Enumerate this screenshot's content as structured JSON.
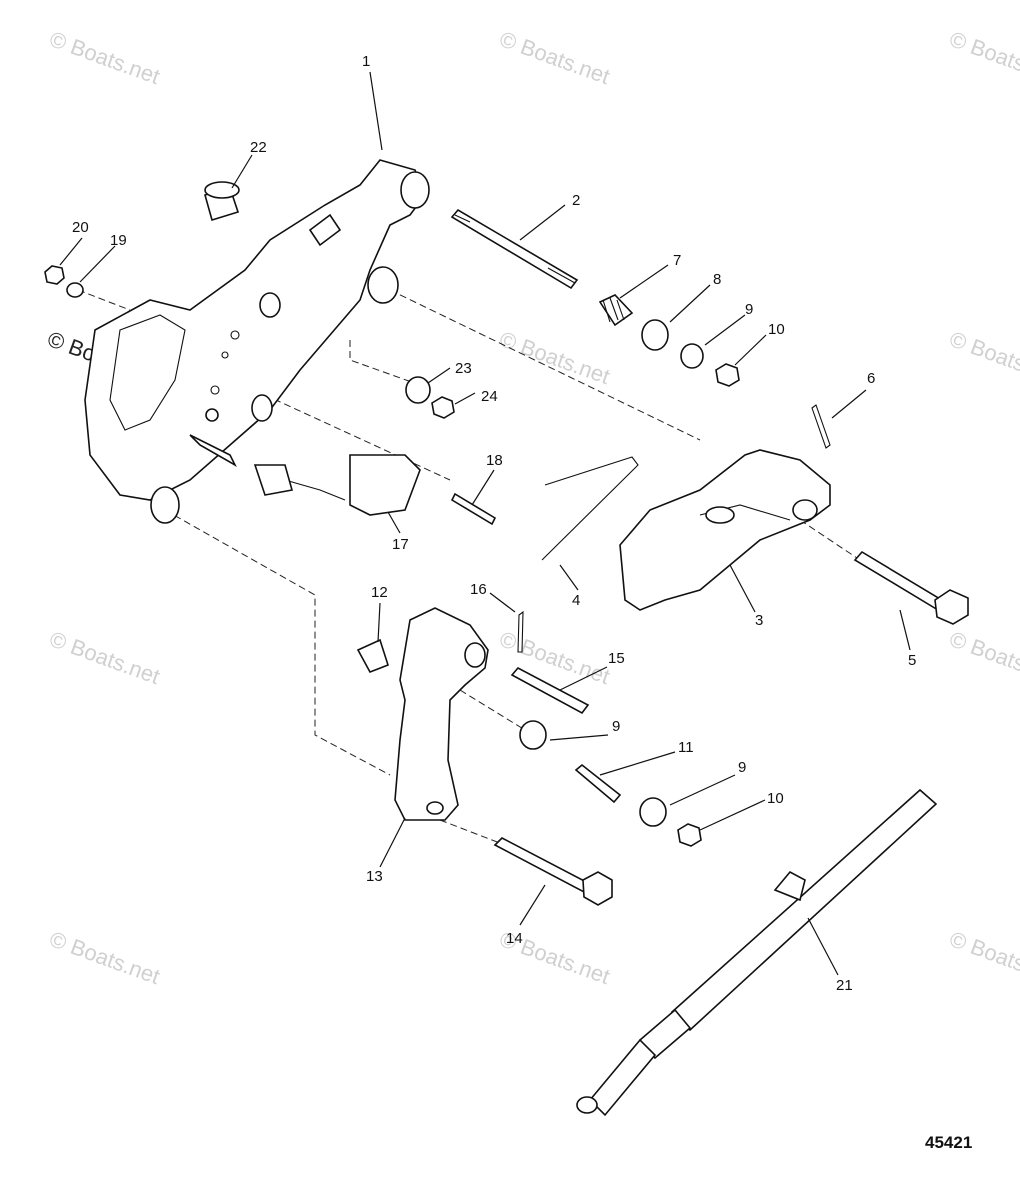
{
  "watermark": {
    "text": "© Boats.net",
    "prominent_text": "© Boats.net"
  },
  "figure_number": "45421",
  "callouts": [
    {
      "id": "c1",
      "label": "1"
    },
    {
      "id": "c2",
      "label": "2"
    },
    {
      "id": "c3",
      "label": "3"
    },
    {
      "id": "c4",
      "label": "4"
    },
    {
      "id": "c5",
      "label": "5"
    },
    {
      "id": "c6",
      "label": "6"
    },
    {
      "id": "c7",
      "label": "7"
    },
    {
      "id": "c8",
      "label": "8"
    },
    {
      "id": "c9a",
      "label": "9"
    },
    {
      "id": "c9b",
      "label": "9"
    },
    {
      "id": "c9c",
      "label": "9"
    },
    {
      "id": "c10a",
      "label": "10"
    },
    {
      "id": "c10b",
      "label": "10"
    },
    {
      "id": "c11",
      "label": "11"
    },
    {
      "id": "c12",
      "label": "12"
    },
    {
      "id": "c13",
      "label": "13"
    },
    {
      "id": "c14",
      "label": "14"
    },
    {
      "id": "c15",
      "label": "15"
    },
    {
      "id": "c16",
      "label": "16"
    },
    {
      "id": "c17",
      "label": "17"
    },
    {
      "id": "c18",
      "label": "18"
    },
    {
      "id": "c19",
      "label": "19"
    },
    {
      "id": "c20",
      "label": "20"
    },
    {
      "id": "c21",
      "label": "21"
    },
    {
      "id": "c22",
      "label": "22"
    },
    {
      "id": "c23",
      "label": "23"
    },
    {
      "id": "c24",
      "label": "24"
    }
  ]
}
